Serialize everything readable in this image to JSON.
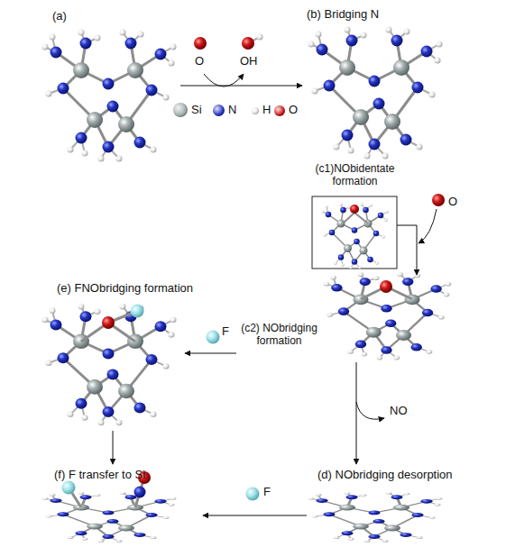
{
  "diagram": {
    "nodes": [
      {
        "text": [
          "(a)"
        ]
      },
      {
        "text": [
          "(b) Bridging N"
        ]
      },
      {
        "text": [
          "(c1)NObidentate formation"
        ]
      },
      {
        "text": [
          "(c2) NObridging formation"
        ]
      },
      {
        "text": [
          "(d) NObridging desorption"
        ]
      },
      {
        "text": [
          "(e) FNObridging formation"
        ]
      },
      {
        "text": [
          "(f) F transfer to Si"
        ]
      }
    ],
    "edges": [
      {
        "from": 0,
        "to": 1,
        "arrow": "to"
      },
      {
        "from": 2,
        "to": 3,
        "arrow": "to"
      },
      {
        "from": 3,
        "to": 5,
        "label": "F",
        "arrow": "to"
      },
      {
        "from": 3,
        "to": 4,
        "label": "NO",
        "arrow": "to"
      },
      {
        "from": 5,
        "to": 6,
        "arrow": "to"
      },
      {
        "from": 4,
        "to": 6,
        "label": "F",
        "arrow": "to"
      }
    ],
    "labels": [
      "O",
      "OH",
      "O"
    ],
    "legend": [
      {
        "text": "Si",
        "color": "#a3adad"
      },
      {
        "text": "N",
        "color": "#2433c2"
      },
      {
        "text": "H",
        "color": "#eeeeee"
      },
      {
        "text": "O",
        "color": "#d01818"
      }
    ]
  }
}
